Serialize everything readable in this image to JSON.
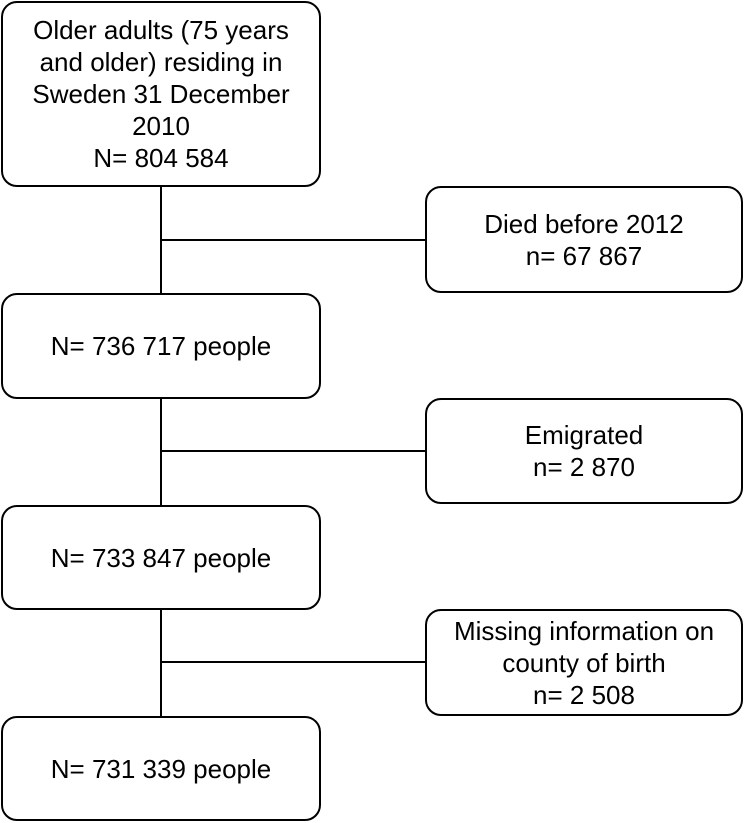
{
  "flowchart": {
    "main": [
      {
        "lines": [
          "Older adults (75 years",
          "and older) residing in",
          "Sweden 31 December",
          "2010",
          "N= 804 584"
        ]
      },
      {
        "lines": [
          "N= 736 717 people"
        ]
      },
      {
        "lines": [
          "N= 733 847 people"
        ]
      },
      {
        "lines": [
          "N= 731 339 people"
        ]
      }
    ],
    "exclusions": [
      {
        "lines": [
          "Died before 2012",
          "n= 67 867"
        ]
      },
      {
        "lines": [
          "Emigrated",
          "n= 2 870"
        ]
      },
      {
        "lines": [
          "Missing information on",
          "county of birth",
          "n= 2 508"
        ]
      }
    ]
  }
}
